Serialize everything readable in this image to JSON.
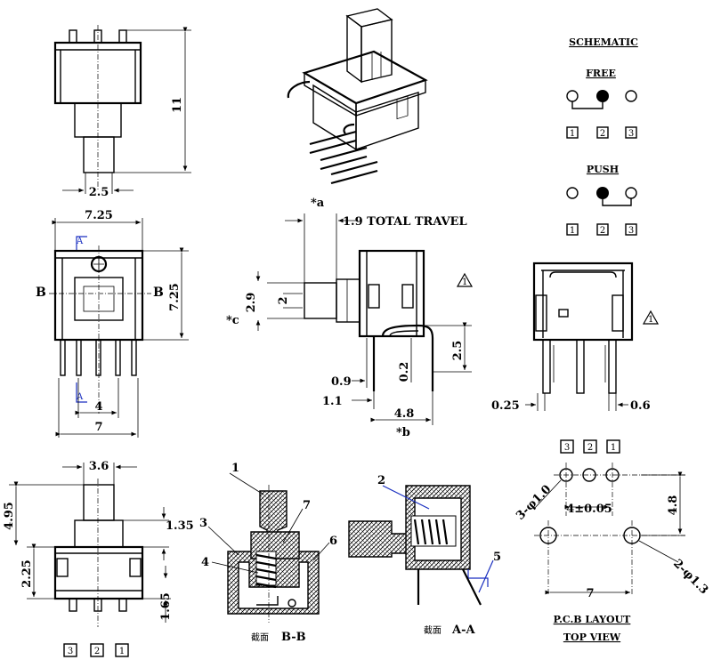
{
  "views": {
    "side_top": {
      "height_dim": "11",
      "pin_pitch_dim": "2.5"
    },
    "front": {
      "width_dim": "7.25",
      "height_dim": "7.25",
      "pitch_dim": "4",
      "overall_width_dim": "7",
      "section_a_marker": "A",
      "section_b_left": "B",
      "section_b_right": "B"
    },
    "side": {
      "marker_a": "*a",
      "travel_label": "1.9 TOTAL TRAVEL",
      "dim_2_9": "2.9",
      "dim_2": "2",
      "marker_c": "*c",
      "dim_0_9": "0.9",
      "dim_0_2": "0.2",
      "dim_1_1": "1.1",
      "dim_4_8": "4.8",
      "marker_b": "*b",
      "dim_2_5": "2.5",
      "warning_mark": "1"
    },
    "end": {
      "dim_0_25": "0.25",
      "dim_0_6": "0.6",
      "warning_mark": "1"
    },
    "bottom": {
      "dim_3_6": "3.6",
      "dim_4_95": "4.95",
      "dim_1_35": "1.35",
      "dim_2_25": "2.25",
      "dim_1_65": "1.65",
      "pins": [
        "3",
        "2",
        "1"
      ]
    },
    "section_bb": {
      "callouts": [
        "1",
        "3",
        "4",
        "7",
        "6"
      ],
      "caption_prefix": "截面",
      "caption": "B-B"
    },
    "section_aa": {
      "callouts": [
        "2",
        "5"
      ],
      "caption_prefix": "截面",
      "caption": "A-A"
    }
  },
  "schematic": {
    "title": "SCHEMATIC",
    "free_label": "FREE",
    "push_label": "PUSH",
    "free_pins": [
      "1",
      "2",
      "3"
    ],
    "push_pins": [
      "1",
      "2",
      "3"
    ]
  },
  "pcb_layout": {
    "pins": [
      "3",
      "2",
      "1"
    ],
    "hole_small": "3-φ1.0",
    "pitch": "4±0.05",
    "dim_4_8": "4.8",
    "hole_large": "2-φ1.3",
    "dim_7": "7",
    "title_line1": "P.C.B LAYOUT",
    "title_line2": "TOP VIEW"
  },
  "colors": {
    "ink": "#000000",
    "accent_blue": "#1a2fc0",
    "background": "#ffffff"
  }
}
